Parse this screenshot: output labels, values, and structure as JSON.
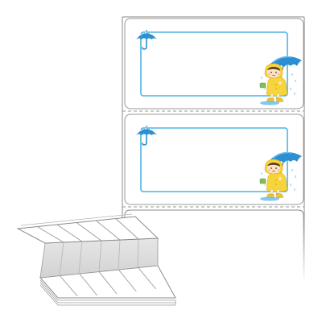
{
  "scene": {
    "label_count_visible": 2,
    "colors": {
      "frame_blue": "#4fb3e3",
      "umbrella_blue": "#2b8fd1",
      "raincoat_yellow": "#f6d43c",
      "boots_yellow": "#f2c12b",
      "outline_grey": "#8a8a8a",
      "sheet_grey": "#cfcfcf",
      "perforation_grey": "#9a9a9a"
    },
    "icons": [
      "umbrella-icon",
      "child-with-umbrella-illustration",
      "fanfold-label-stack"
    ]
  }
}
